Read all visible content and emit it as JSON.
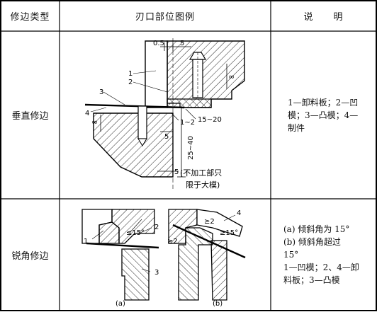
{
  "header": {
    "col1": "修边类型",
    "col2": "刃口部位图例",
    "col3": "说　　明"
  },
  "rows": [
    {
      "type": "垂直修边",
      "labels": {
        "dim_a": "0.5",
        "dim_b": "5",
        "callout_1": "1",
        "callout_2": "2",
        "callout_3": "3",
        "callout_4": "4",
        "dim_gap": "1~2",
        "dim_angle": "15~20",
        "infinity_top": "∞",
        "infinity_left": "∞",
        "dim_side": "5",
        "dim_height": "25~40",
        "dim_bottom": "5",
        "note_line1": "(不加工部只",
        "note_line2": "限于大模)"
      },
      "desc_lines": [
        "1—卸料板；2—凹",
        "模；3—凸模；4—",
        "制件"
      ]
    },
    {
      "type": "锐角修边",
      "labels": {
        "a_callout_1": "1",
        "a_callout_2": "2",
        "a_callout_3": "3",
        "a_angle": "≤15°",
        "a_caption": "(a)",
        "b_callout_4": "4",
        "b_dim_1": "≥2",
        "b_dim_2": "≥2",
        "b_angle": "≥15°",
        "b_caption": "(b)"
      },
      "desc_lines": [
        "(a) 倾斜角为 15°",
        "(b) 倾斜角超过",
        "15°",
        "1—凹模；2、4—卸",
        "料板；3—凸模"
      ]
    }
  ]
}
